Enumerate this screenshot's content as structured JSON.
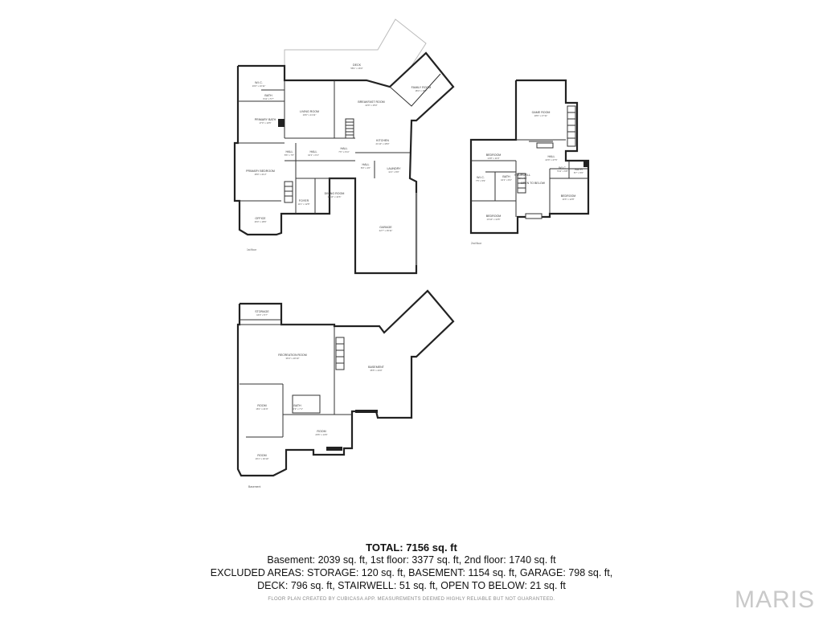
{
  "summary": {
    "total": "TOTAL: 7156 sq. ft",
    "line1": "Basement: 2039 sq. ft, 1st floor: 3377 sq. ft, 2nd floor: 1740 sq. ft",
    "line2": "EXCLUDED AREAS: STORAGE: 120 sq. ft, BASEMENT: 1154 sq. ft, GARAGE: 798 sq. ft,",
    "line3": "DECK: 796 sq. ft, STAIRWELL: 51 sq. ft, OPEN TO BELOW: 21 sq. ft",
    "disclaimer": "FLOOR PLAN CREATED BY CUBICASA APP. MEASUREMENTS DEEMED HIGHLY RELIABLE BUT NOT GUARANTEED."
  },
  "logo": "MARIS",
  "floors": {
    "first": "1st floor",
    "second": "2nd floor",
    "basement": "Basement"
  },
  "rooms": {
    "deck": "DECK",
    "family_room": "FAMILY ROOM",
    "wic1": "W.I.C.",
    "bath1": "BATH",
    "living_room": "LIVING ROOM",
    "breakfast_room": "BREAKFAST ROOM",
    "primary_bath": "PRIMARY BATH",
    "kitchen": "KITCHEN",
    "hall1": "HALL",
    "hall2": "HALL",
    "hall3": "HALL",
    "primary_bedroom": "PRIMARY BEDROOM",
    "laundry": "LAUNDRY",
    "hall4": "HALL",
    "foyer": "FOYER",
    "dining_room": "DINING ROOM",
    "garage": "GARAGE",
    "office": "OFFICE",
    "game_room": "GAME ROOM",
    "bedroom_a": "BEDROOM",
    "hall5": "HALL",
    "wic2": "W.I.C.",
    "bath2": "BATH",
    "stairwell": "STAIRWELL",
    "open_below": "OPEN TO BELOW",
    "wic3": "W.I.C.",
    "bath3": "BATH",
    "bedroom_b": "BEDROOM",
    "bedroom_c": "BEDROOM",
    "storage": "STORAGE",
    "recreation_room": "RECREATION ROOM",
    "basement_room": "BASEMENT",
    "room1": "ROOM",
    "bath4": "BATH",
    "room2": "ROOM",
    "room3": "ROOM"
  },
  "dims": {
    "deck": "58'1\" x 16'0\"",
    "family_room": "18'4\" x 15'7\"",
    "wic1": "16'0\" x 10'11\"",
    "bath1": "9'11\" x 5'7\"",
    "living_room": "19'6\" x 21'11\"",
    "breakfast_room": "22'9\" x 15'0\"",
    "primary_bath": "17'0\" x 10'5\"",
    "kitchen": "21'10\" x 18'9\"",
    "hall1": "8'6\" x 7'6\"",
    "hall2": "10'1\" x 6'1\"",
    "hall3": "7'6\" x 4'11\"",
    "primary_bedroom": "18'9\" x 21'2\"",
    "laundry": "11'1\" x 8'0\"",
    "hall4": "8'0\" x 4'0\"",
    "foyer": "11'1\" x 12'8\"",
    "dining_room": "13'10\" x 14'6\"",
    "garage": "22'7\" x 35'11\"",
    "office": "16'0\" x 18'6\"",
    "game_room": "18'6\" x 27'11\"",
    "bedroom_a": "14'8\" x 11'9\"",
    "hall5": "22'9\" x 27'6\"",
    "wic2": "7'5\" x 5'9\"",
    "bath2": "10'1\" x 8'2\"",
    "stairwell": "6'1\" x 7'5\"",
    "wic3": "5'11\" x 6'8\"",
    "bath3": "8'7\" x 5'0\"",
    "bedroom_b": "13'10\" x 12'8\"",
    "bedroom_c": "14'6\" x 12'8\"",
    "storage": "16'0\" x 5'7\"",
    "recreation_room": "36'4\" x 20'10\"",
    "basement_room": "35'5\" x 44'0\"",
    "room1": "16'1\" x 21'9\"",
    "bath4": "10'9\" x 7'1\"",
    "room2": "20'6\" x 14'6\"",
    "room3": "16'1\" x 16'10\""
  }
}
